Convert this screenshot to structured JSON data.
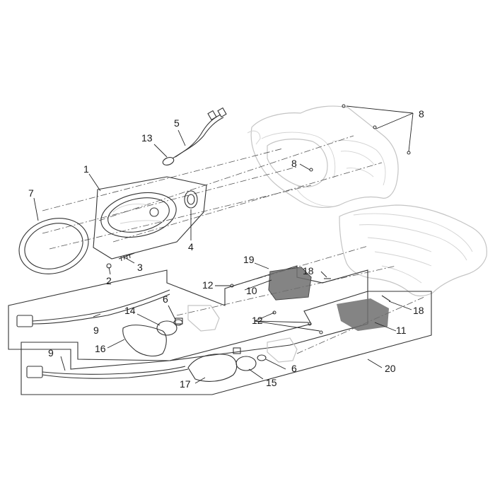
{
  "diagram": {
    "callouts": [
      {
        "id": "c1",
        "text": "1"
      },
      {
        "id": "c2",
        "text": "2"
      },
      {
        "id": "c3",
        "text": "3"
      },
      {
        "id": "c4",
        "text": "4"
      },
      {
        "id": "c5",
        "text": "5"
      },
      {
        "id": "c6a",
        "text": "6"
      },
      {
        "id": "c6b",
        "text": "6"
      },
      {
        "id": "c7",
        "text": "7"
      },
      {
        "id": "c8a",
        "text": "8"
      },
      {
        "id": "c8b",
        "text": "8"
      },
      {
        "id": "c9a",
        "text": "9"
      },
      {
        "id": "c9b",
        "text": "9"
      },
      {
        "id": "c10",
        "text": "10"
      },
      {
        "id": "c11",
        "text": "11"
      },
      {
        "id": "c12a",
        "text": "12"
      },
      {
        "id": "c12b",
        "text": "12"
      },
      {
        "id": "c13",
        "text": "13"
      },
      {
        "id": "c14",
        "text": "14"
      },
      {
        "id": "c15",
        "text": "15"
      },
      {
        "id": "c16",
        "text": "16"
      },
      {
        "id": "c17",
        "text": "17"
      },
      {
        "id": "c18a",
        "text": "18"
      },
      {
        "id": "c18b",
        "text": "18"
      },
      {
        "id": "c19",
        "text": "19"
      },
      {
        "id": "c20",
        "text": "20"
      }
    ]
  }
}
